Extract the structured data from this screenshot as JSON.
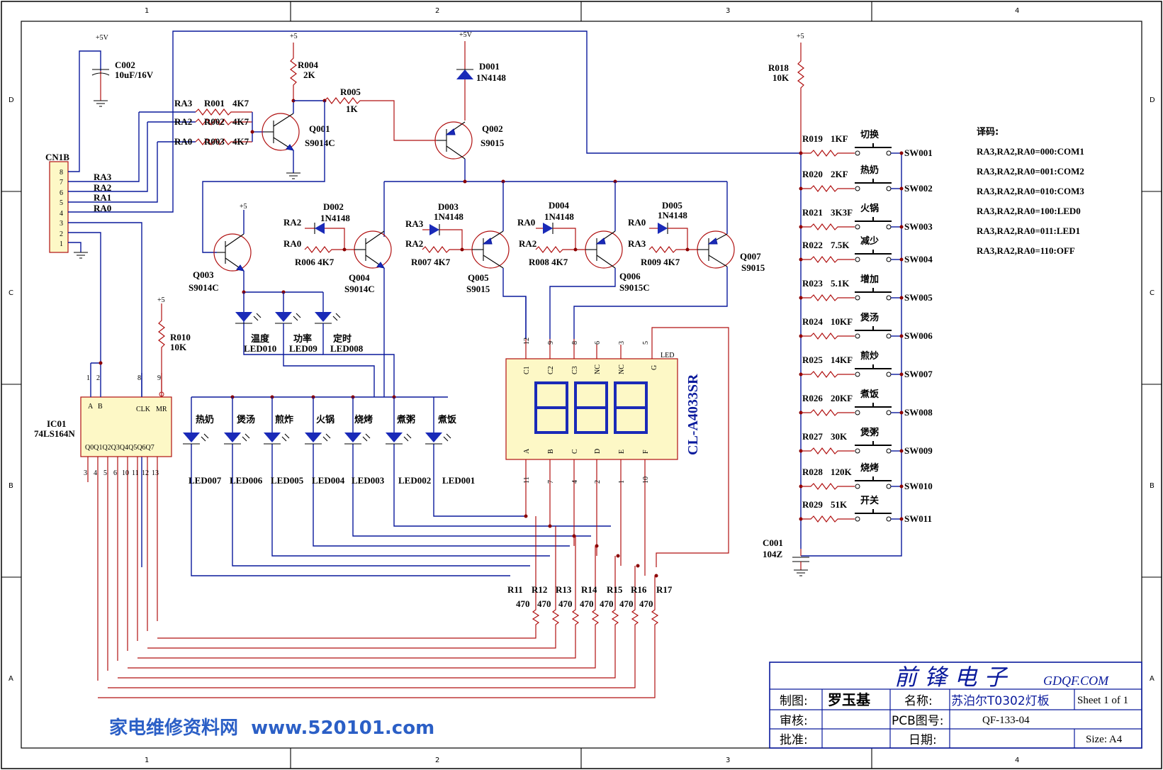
{
  "border": {
    "columns": [
      "1",
      "2",
      "3",
      "4"
    ],
    "rows": [
      "D",
      "C",
      "B",
      "A"
    ]
  },
  "supply": {
    "plus5v": "+5V",
    "plus5": "+5"
  },
  "connector": {
    "ref": "CN1B",
    "pins": [
      "8",
      "7",
      "6",
      "5",
      "4",
      "3",
      "2",
      "1"
    ],
    "signals": [
      "RA3",
      "RA2",
      "RA1",
      "RA0"
    ]
  },
  "capacitors": {
    "c002_ref": "C002",
    "c002_val": "10uF/16V",
    "c001_ref": "C001",
    "c001_val": "104Z"
  },
  "resistors": {
    "r001": "R001",
    "r002": "R002",
    "r003": "R003",
    "r001_val": "4K7",
    "r002_val": "4K7",
    "r003_val": "4K7",
    "r004": "R004",
    "r004_val": "2K",
    "r005": "R005",
    "r005_val": "1K",
    "r006": "R006 4K7",
    "r007": "R007 4K7",
    "r008": "R008 4K7",
    "r009": "R009 4K7",
    "r010": "R010",
    "r010_val": "10K",
    "r018": "R018",
    "r018_val": "10K"
  },
  "input_labels": {
    "ra3": "RA3",
    "ra2": "RA2",
    "ra0": "RA0"
  },
  "transistors": {
    "q001": "Q001",
    "q001_t": "S9014C",
    "q002": "Q002",
    "q002_t": "S9015",
    "q003": "Q003",
    "q003_t": "S9014C",
    "q004": "Q004",
    "q004_t": "S9014C",
    "q005": "Q005",
    "q005_t": "S9015",
    "q006": "Q006",
    "q006_t": "S9015C",
    "q007": "Q007",
    "q007_t": "S9015"
  },
  "diodes": {
    "d001": "D001",
    "d002": "D002",
    "d003": "D003",
    "d004": "D004",
    "d005": "D005",
    "type": "1N4148"
  },
  "status_leds": [
    {
      "name": "温度",
      "ref": "LED010"
    },
    {
      "name": "功率",
      "ref": "LED09"
    },
    {
      "name": "定时",
      "ref": "LED008"
    }
  ],
  "func_leds": [
    {
      "name": "热奶",
      "ref": "LED007"
    },
    {
      "name": "煲汤",
      "ref": "LED006"
    },
    {
      "name": "煎炸",
      "ref": "LED005"
    },
    {
      "name": "火锅",
      "ref": "LED004"
    },
    {
      "name": "烧烤",
      "ref": "LED003"
    },
    {
      "name": "煮粥",
      "ref": "LED002"
    },
    {
      "name": "煮饭",
      "ref": "LED001"
    }
  ],
  "ic": {
    "ref": "IC01",
    "part": "74LS164N",
    "top_pins": [
      "1",
      "2",
      "8",
      "9"
    ],
    "top_names": [
      "A",
      "B",
      "CLK",
      "MR"
    ],
    "bottom_pins": [
      "3",
      "4",
      "5",
      "6",
      "10",
      "11",
      "12",
      "13"
    ],
    "bottom_names": "Q0Q1Q2Q3Q4Q5Q6Q7"
  },
  "display": {
    "part": "CL-A4033SR",
    "top_pins": [
      "12",
      "9",
      "8",
      "6",
      "3",
      "5"
    ],
    "top_names": [
      "C1",
      "C2",
      "C3",
      "NC",
      "NC",
      "G"
    ],
    "bottom_names": [
      "A",
      "B",
      "C",
      "D",
      "E",
      "F"
    ],
    "bottom_pins": [
      "11",
      "7",
      "4",
      "2",
      "1",
      "10"
    ],
    "led_tag": "LED"
  },
  "seg_resistors": {
    "refs": [
      "R11",
      "R12",
      "R13",
      "R14",
      "R15",
      "R16",
      "R17"
    ],
    "val": "470"
  },
  "switches": [
    {
      "r": "R019",
      "v": "1KF",
      "name": "切换",
      "sw": "SW001"
    },
    {
      "r": "R020",
      "v": "2KF",
      "name": "热奶",
      "sw": "SW002"
    },
    {
      "r": "R021",
      "v": "3K3F",
      "name": "火锅",
      "sw": "SW003"
    },
    {
      "r": "R022",
      "v": "7.5K",
      "name": "减少",
      "sw": "SW004"
    },
    {
      "r": "R023",
      "v": "5.1K",
      "name": "增加",
      "sw": "SW005"
    },
    {
      "r": "R024",
      "v": "10KF",
      "name": "煲汤",
      "sw": "SW006"
    },
    {
      "r": "R025",
      "v": "14KF",
      "name": "煎炒",
      "sw": "SW007"
    },
    {
      "r": "R026",
      "v": "20KF",
      "name": "煮饭",
      "sw": "SW008"
    },
    {
      "r": "R027",
      "v": "30K",
      "name": "煲粥",
      "sw": "SW009"
    },
    {
      "r": "R028",
      "v": "120K",
      "name": "烧烤",
      "sw": "SW010"
    },
    {
      "r": "R029",
      "v": "51K",
      "name": "开关",
      "sw": "SW011"
    }
  ],
  "decode": {
    "title": "译码:",
    "lines": [
      "RA3,RA2,RA0=000:COM1",
      "RA3,RA2,RA0=001:COM2",
      "RA3,RA2,RA0=010:COM3",
      "RA3,RA2,RA0=100:LED0",
      "RA3,RA2,RA0=011:LED1",
      "RA3,RA2,RA0=110:OFF"
    ]
  },
  "title_block": {
    "company": "前 锋 电 子",
    "site": "GDQF.COM",
    "drawn_label": "制图:",
    "drawn_by": "罗玉基",
    "name_label": "名称:",
    "name": "苏泊尔T0302灯板",
    "sheet": "Sheet 1 of 1",
    "check_label": "审核:",
    "pcb_label": "PCB图号:",
    "pcb_no": "QF-133-04",
    "approve_label": "批准:",
    "date_label": "日期:",
    "size": "Size: A4"
  },
  "watermark": "家电维修资料网  www.520101.com",
  "colors": {
    "wire": "#0a1a9c",
    "body": "#fdf8c6",
    "component": "#b01010",
    "watermark": "#2b5fc6"
  }
}
